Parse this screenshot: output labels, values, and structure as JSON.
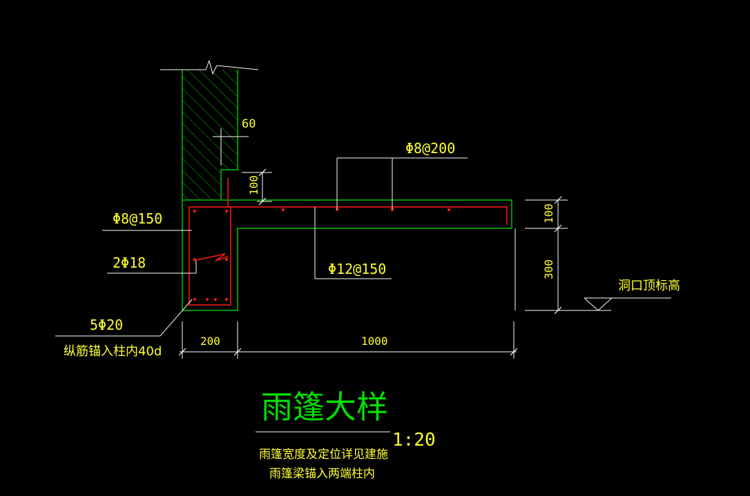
{
  "drawing": {
    "title": "雨篷大样",
    "scale": "1:20",
    "notes": [
      "雨篷宽度及定位详见建施",
      "雨篷梁锚入两端柱内"
    ]
  },
  "annotations": {
    "top_bar": "Φ8@200",
    "bottom_bar": "Φ12@150",
    "stirrup": "Φ8@150",
    "mid_bars": "2Φ18",
    "bottom_main": "5Φ20",
    "anchor_note": "纵筋锚入柱内40d"
  },
  "dimensions": {
    "wall_offset": "60",
    "step": "100",
    "slab_thickness": "100",
    "beam_depth": "300",
    "beam_width": "200",
    "cantilever": "1000"
  },
  "level_mark": "洞口顶标高",
  "colors": {
    "concrete": "#00c400",
    "rebar": "#ff1a1a",
    "dims": "#ffffff",
    "text": "#ffff33",
    "title": "#00e000"
  }
}
